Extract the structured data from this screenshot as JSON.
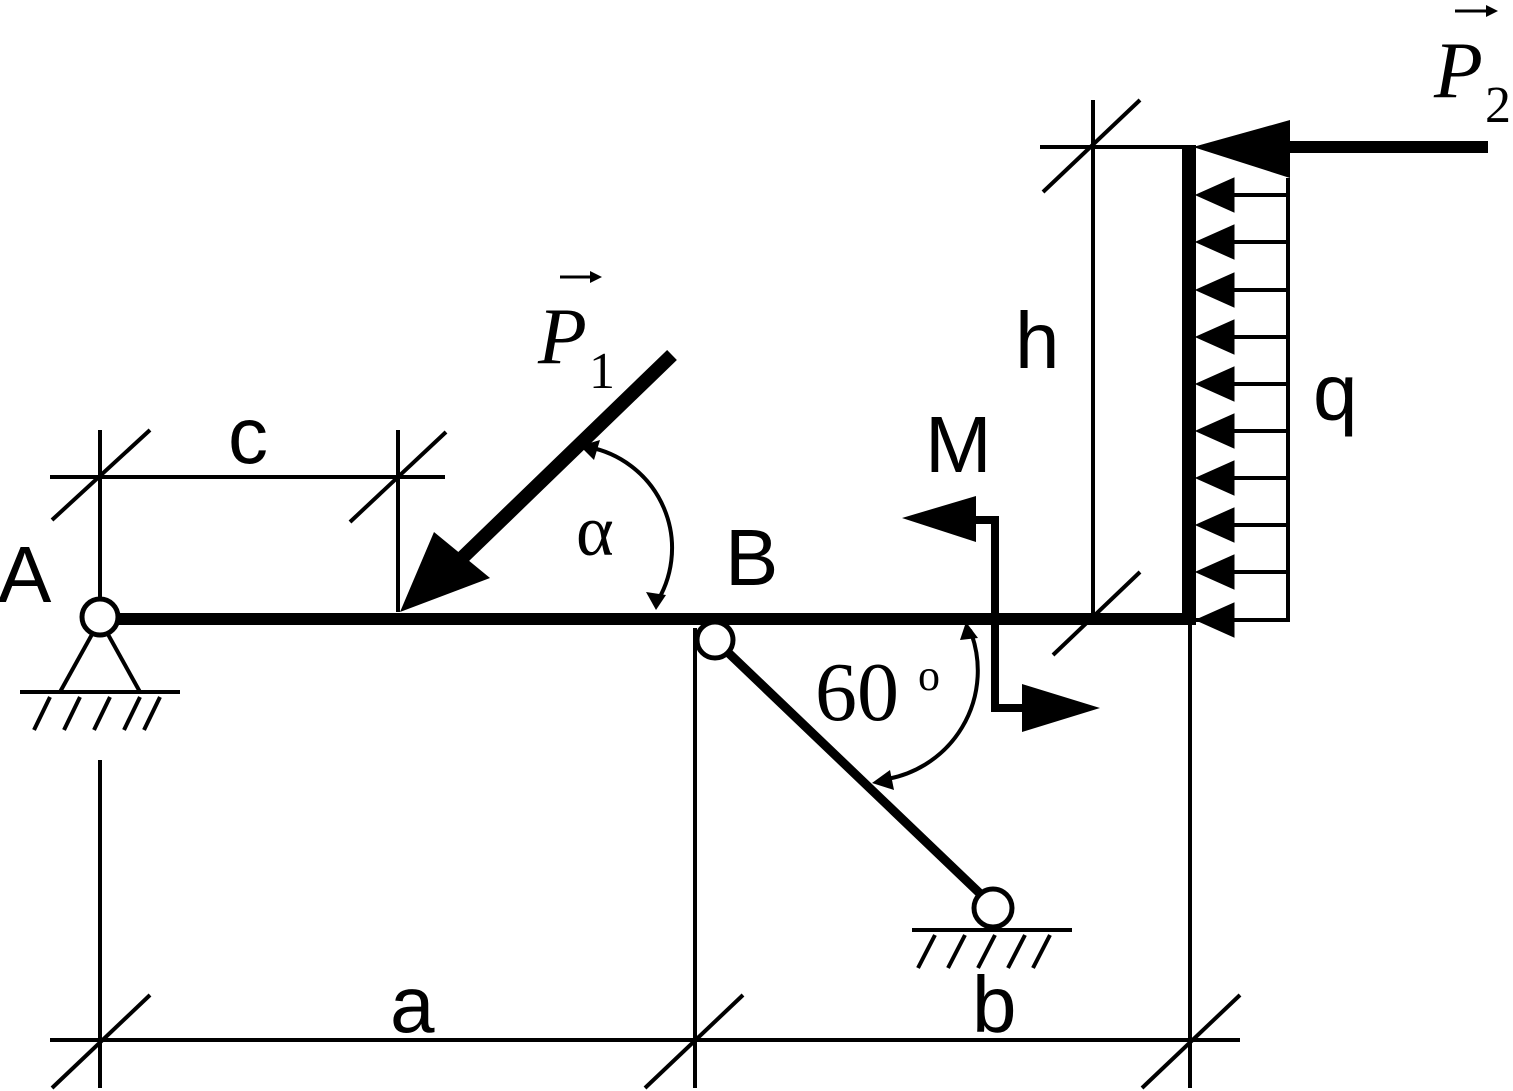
{
  "labels": {
    "point_a": "A",
    "point_b": "B",
    "dim_c": "c",
    "dim_a": "a",
    "dim_b": "b",
    "dim_h": "h",
    "moment": "M",
    "load_q": "q",
    "angle_alpha": "α",
    "angle_60": "60",
    "angle_60_degree": "o",
    "force_p1": "P",
    "force_p1_sub": "1",
    "force_p2": "P",
    "force_p2_sub": "2"
  },
  "colors": {
    "ink": "#000000",
    "paper": "#ffffff"
  }
}
